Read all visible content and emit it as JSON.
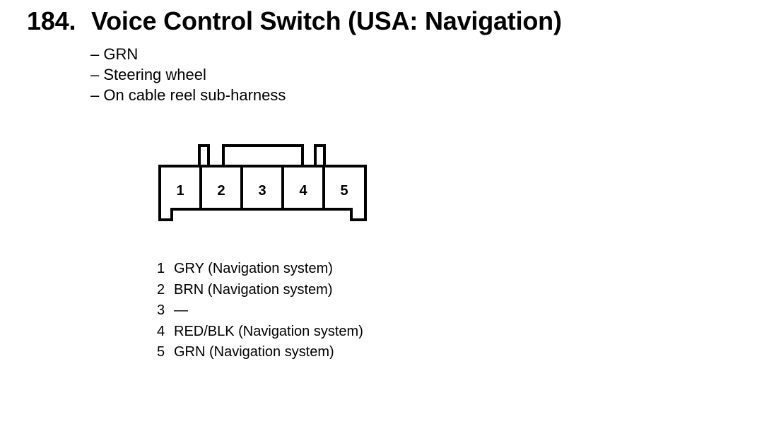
{
  "title": {
    "number": "184.",
    "text": "Voice Control Switch (USA: Navigation)"
  },
  "notes": [
    "– GRN",
    "– Steering wheel",
    "– On cable reel sub-harness"
  ],
  "connector": {
    "pins": [
      "1",
      "2",
      "3",
      "4",
      "5"
    ]
  },
  "pinout": [
    {
      "pin": "1",
      "desc": "GRY (Navigation system)"
    },
    {
      "pin": "2",
      "desc": "BRN (Navigation system)"
    },
    {
      "pin": "3",
      "desc": "—"
    },
    {
      "pin": "4",
      "desc": "RED/BLK (Navigation system)"
    },
    {
      "pin": "5",
      "desc": "GRN (Navigation system)"
    }
  ]
}
